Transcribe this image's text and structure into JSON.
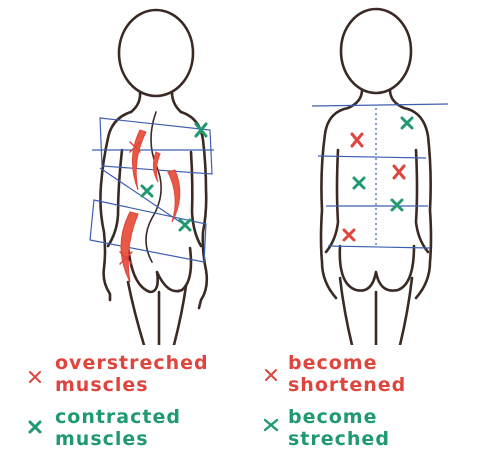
{
  "legend": {
    "overstretched": {
      "line1": "overstreched",
      "line2": "muscles"
    },
    "shortened": {
      "line1": "become",
      "line2": "shortened"
    },
    "contracted": {
      "line1": "contracted",
      "line2": "muscles"
    },
    "stretched": {
      "line1": "become",
      "line2": "streched"
    }
  },
  "colors": {
    "red": "#e0453d",
    "green": "#1f9a6e",
    "outline": "#3b2a24",
    "guide": "#3d5fb0"
  },
  "icons": {
    "red_marker": "red-x-mark",
    "green_marker": "green-x-mark"
  }
}
